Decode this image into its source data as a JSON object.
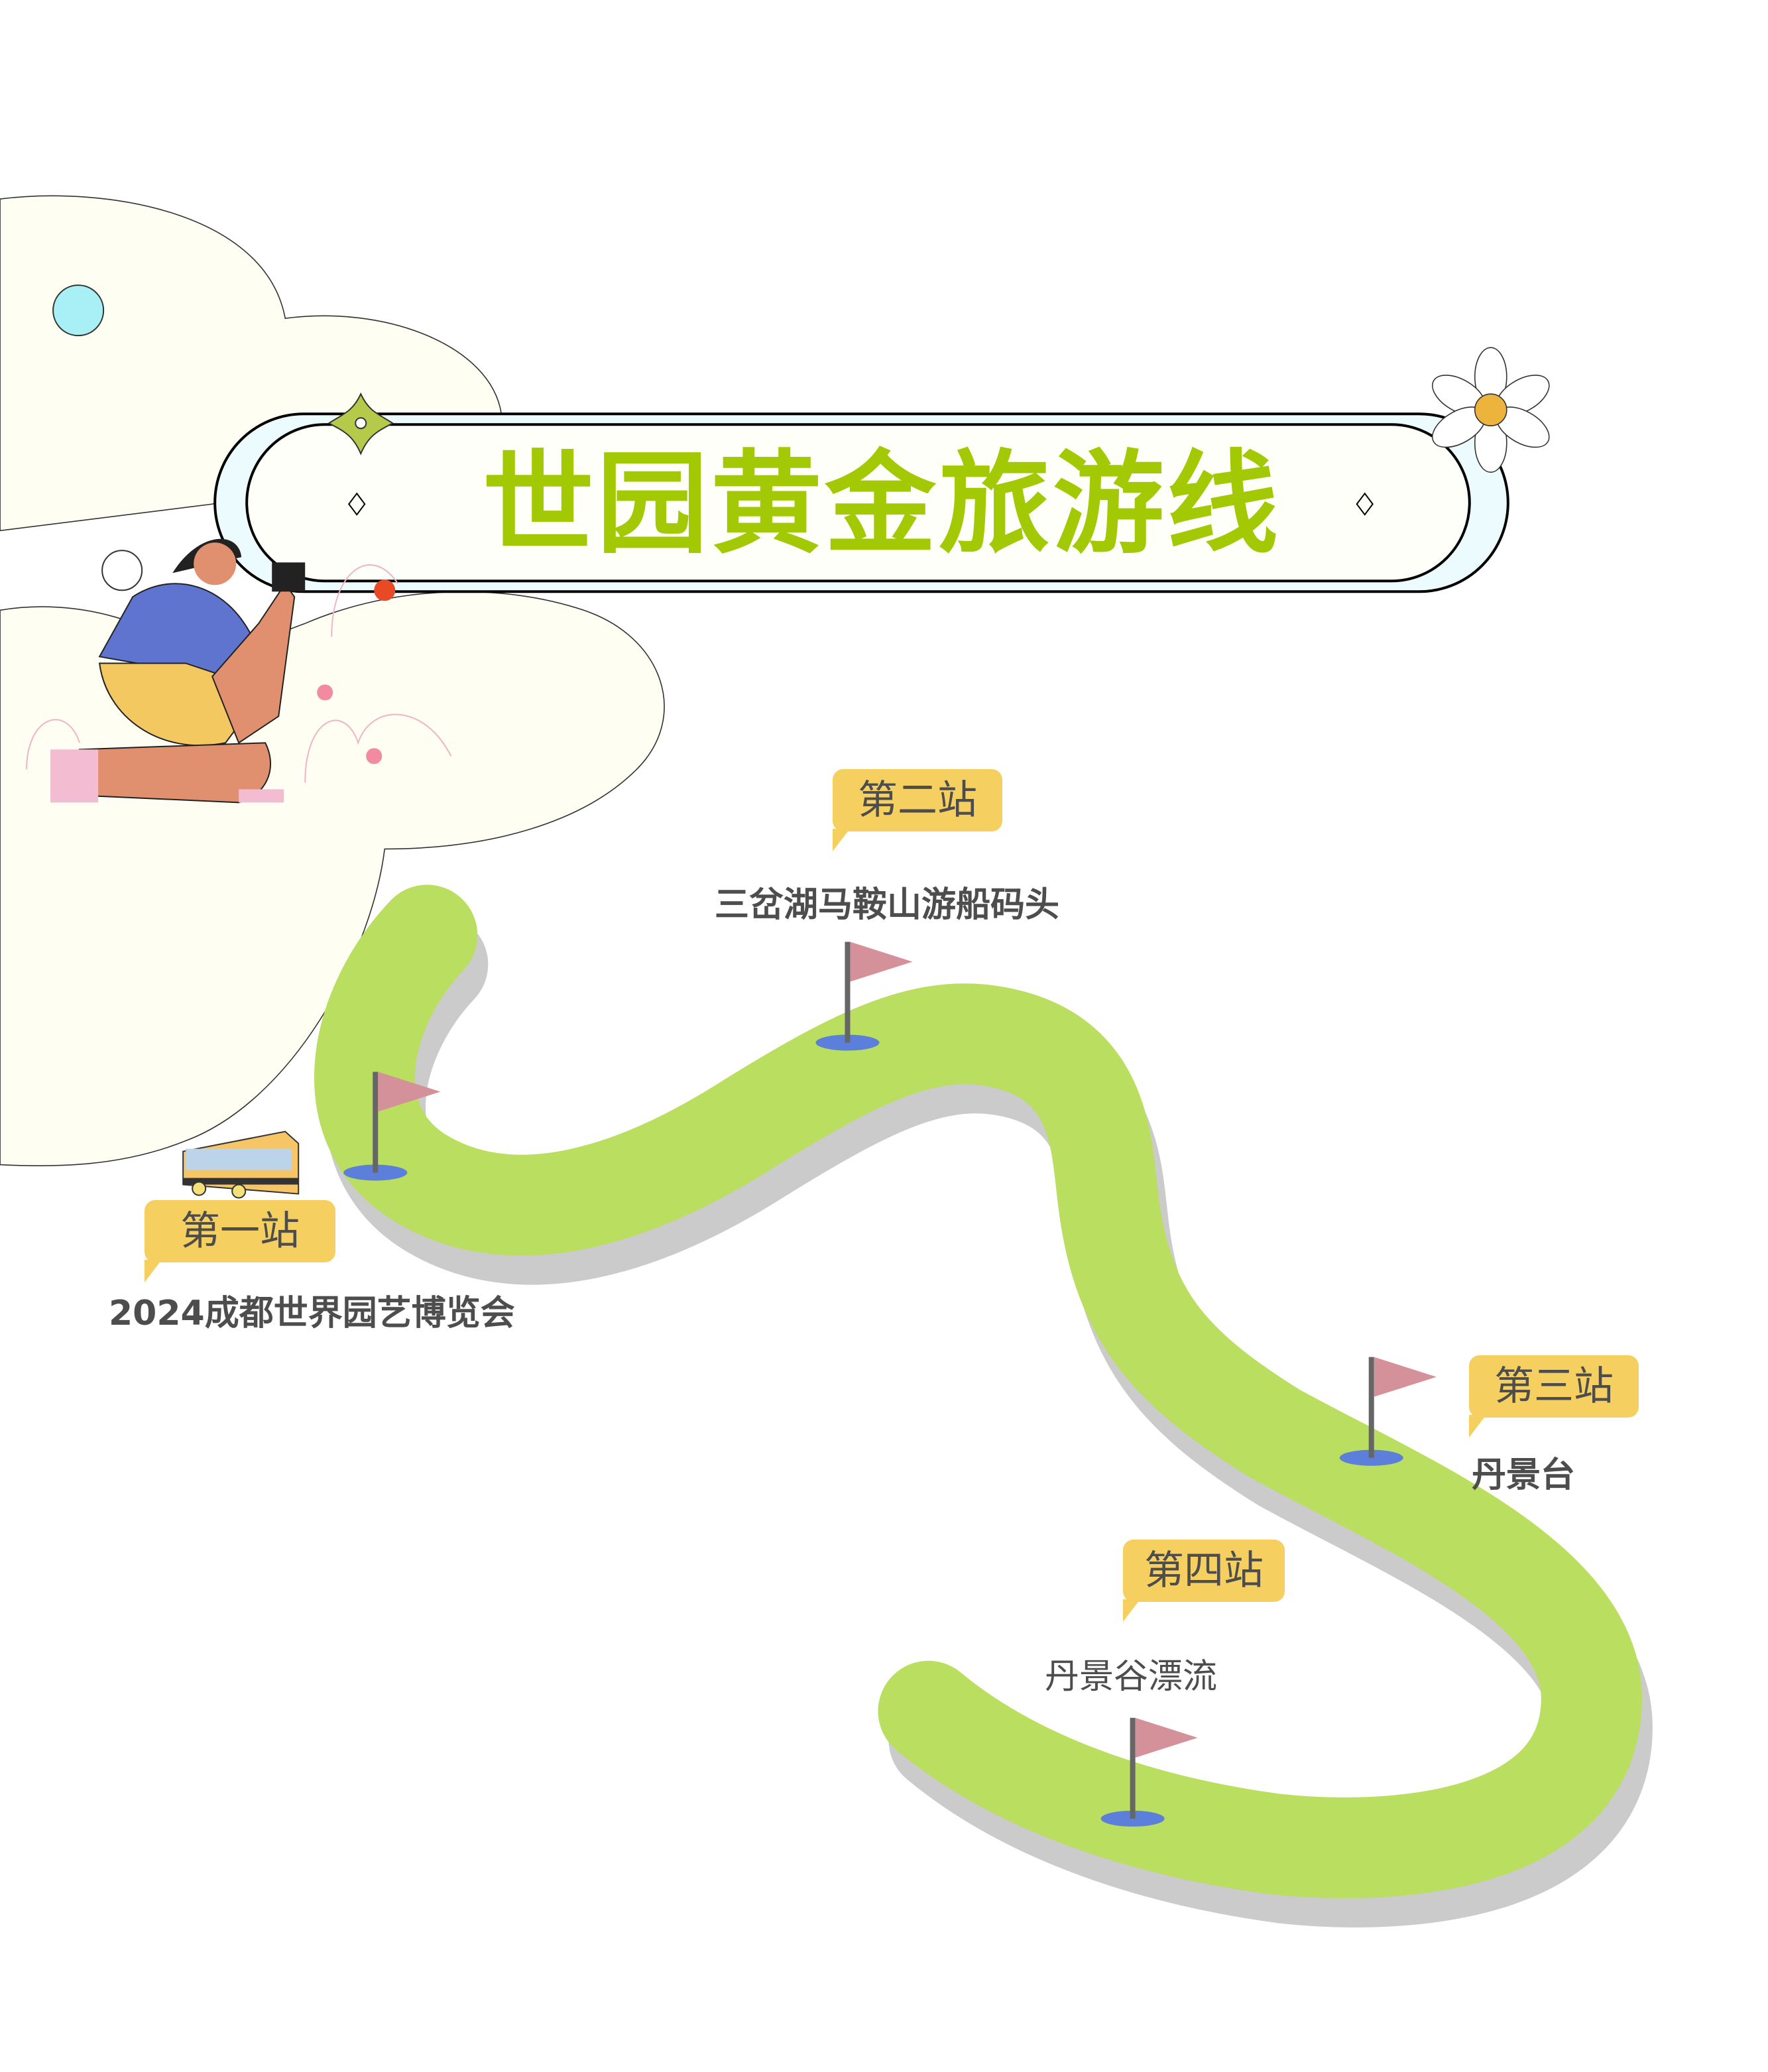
{
  "title": "世园黄金旅游线",
  "stations": [
    {
      "label": "第一站",
      "place": "2024成都世界园艺博览会"
    },
    {
      "label": "第二站",
      "place": "三岔湖马鞍山游船码头"
    },
    {
      "label": "第三站",
      "place": "丹景台"
    },
    {
      "label": "第四站",
      "place": "丹景谷漂流"
    }
  ],
  "colors": {
    "title": "#a3c905",
    "road": "#bade5f",
    "road_shadow": "#cbcbcb",
    "tag": "#f5d060",
    "flag": "#d4919a",
    "flag_base": "#5b7fdb",
    "text": "#4d4d4d"
  }
}
